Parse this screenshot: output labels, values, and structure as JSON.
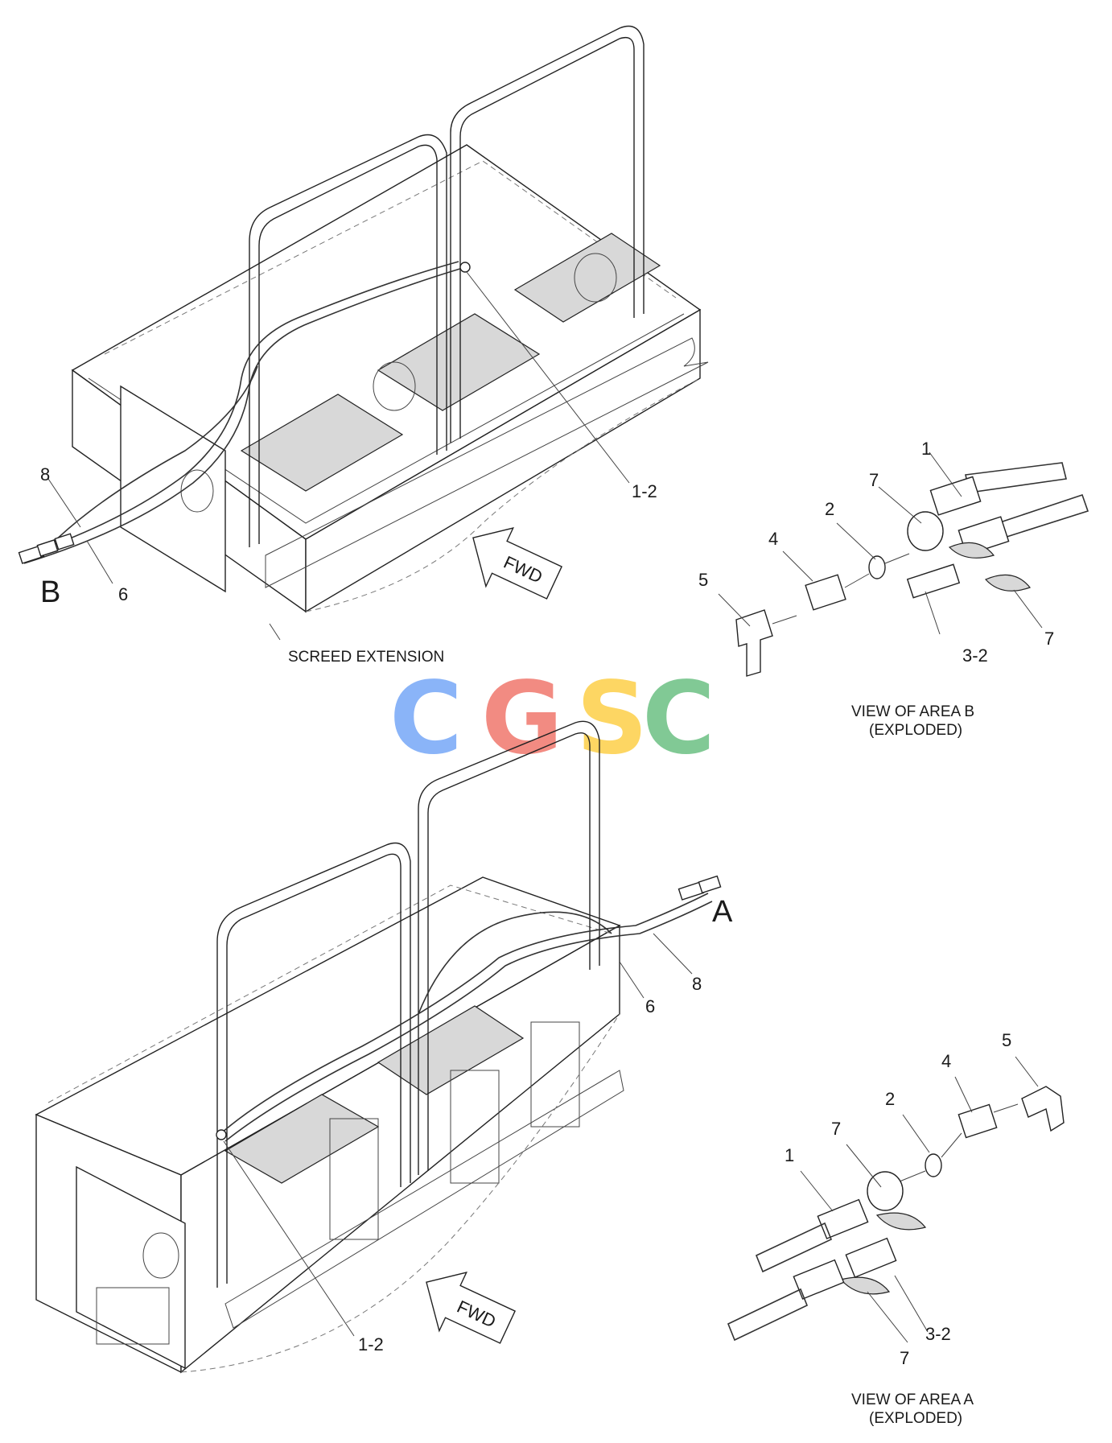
{
  "watermark": {
    "letters": [
      {
        "char": "C",
        "color": "#8ab4f8"
      },
      {
        "char": "G",
        "color": "#f28b82"
      },
      {
        "char": "S",
        "color": "#fdd663"
      },
      {
        "char": "C",
        "color": "#81c995"
      }
    ]
  },
  "top_view": {
    "area_letter": "B",
    "callouts": [
      "8",
      "6",
      "1-2"
    ],
    "screed_label": "SCREED EXTENSION",
    "fwd_label": "FWD"
  },
  "top_exploded": {
    "callouts": [
      "1",
      "7",
      "2",
      "4",
      "5",
      "3-2",
      "7"
    ],
    "caption_line1": "VIEW OF AREA B",
    "caption_line2": "(EXPLODED)"
  },
  "bottom_view": {
    "area_letter": "A",
    "callouts": [
      "8",
      "6",
      "1-2"
    ],
    "fwd_label": "FWD"
  },
  "bottom_exploded": {
    "callouts": [
      "5",
      "4",
      "2",
      "7",
      "1",
      "3-2",
      "7"
    ],
    "caption_line1": "VIEW OF AREA A",
    "caption_line2": "(EXPLODED)"
  }
}
